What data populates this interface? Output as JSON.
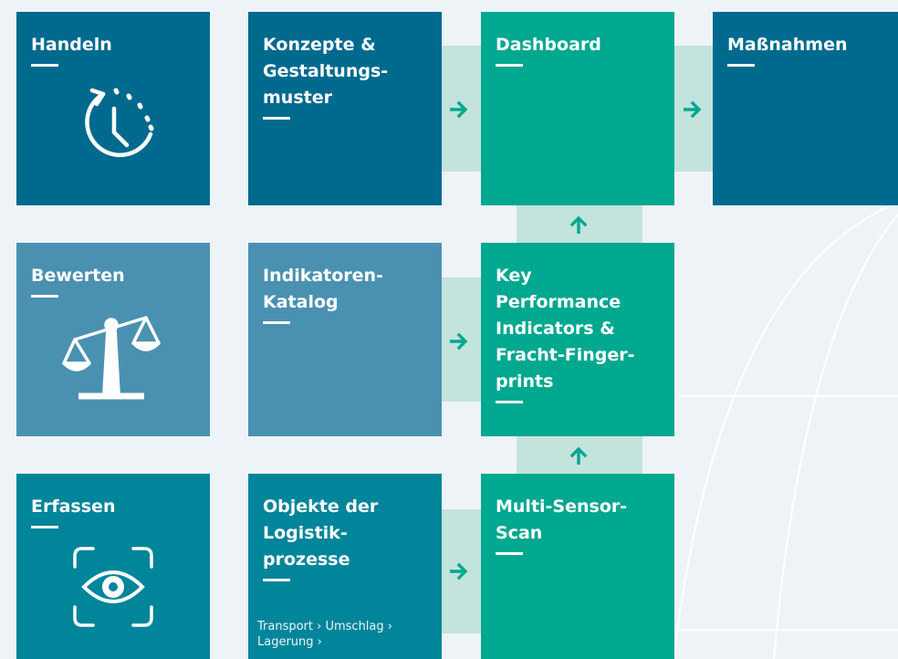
{
  "colors": {
    "background": "#eef3f7",
    "dark_blue": "#006a8e",
    "teal": "#00859a",
    "light_blue": "#4a91b1",
    "green": "#00a88f",
    "connector": "#c3e3dd",
    "arrow": "#00a88f"
  },
  "rows": [
    {
      "label": "Handeln",
      "icon": "clock-refresh-icon",
      "concept": "Konzepte &\nGestaltungs-\nmuster",
      "result": "Dashboard",
      "final": "Maßnahmen"
    },
    {
      "label": "Bewerten",
      "icon": "balance-scale-icon",
      "concept": "Indikatoren-\nKatalog",
      "result": "Key Performance\nIndicators &\nFracht-Finger-\nprints"
    },
    {
      "label": "Erfassen",
      "icon": "eye-scan-icon",
      "concept": "Objekte der\nLogistik-\nprozesse",
      "concept_sub": "Transport › Umschlag ›\nLagerung ›",
      "result": "Multi-Sensor-\nScan"
    }
  ]
}
